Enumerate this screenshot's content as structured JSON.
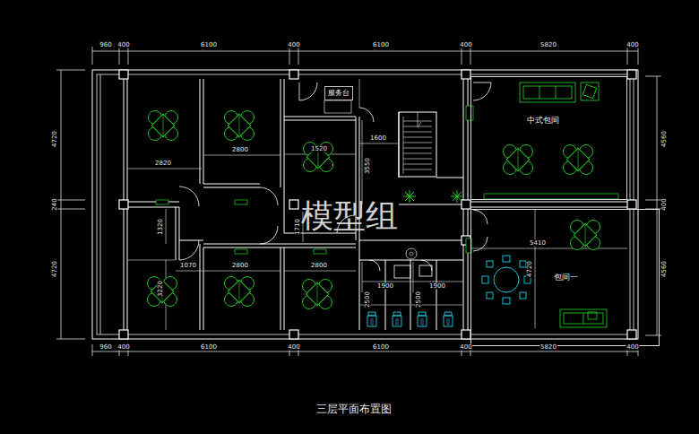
{
  "diagram": {
    "caption": "三层平面布置图",
    "nodes": [
      {
        "text": [
          "服务台"
        ]
      },
      {
        "text": [
          "中式包间"
        ]
      },
      {
        "text": [
          "包间一"
        ]
      }
    ],
    "labels": [
      "960",
      "400",
      "6100",
      "400",
      "6100",
      "400",
      "5820",
      "400",
      "960",
      "400",
      "6100",
      "400",
      "6100",
      "400",
      "5820",
      "400",
      "4720",
      "240",
      "4720",
      "4560",
      "400",
      "4560",
      "2820",
      "2800",
      "1520",
      "1600",
      "3550",
      "1320",
      "1070",
      "2800",
      "2800",
      "3220",
      "1710",
      "1900",
      "1900",
      "2500",
      "2500",
      "5410",
      "4720",
      "模型组"
    ]
  }
}
